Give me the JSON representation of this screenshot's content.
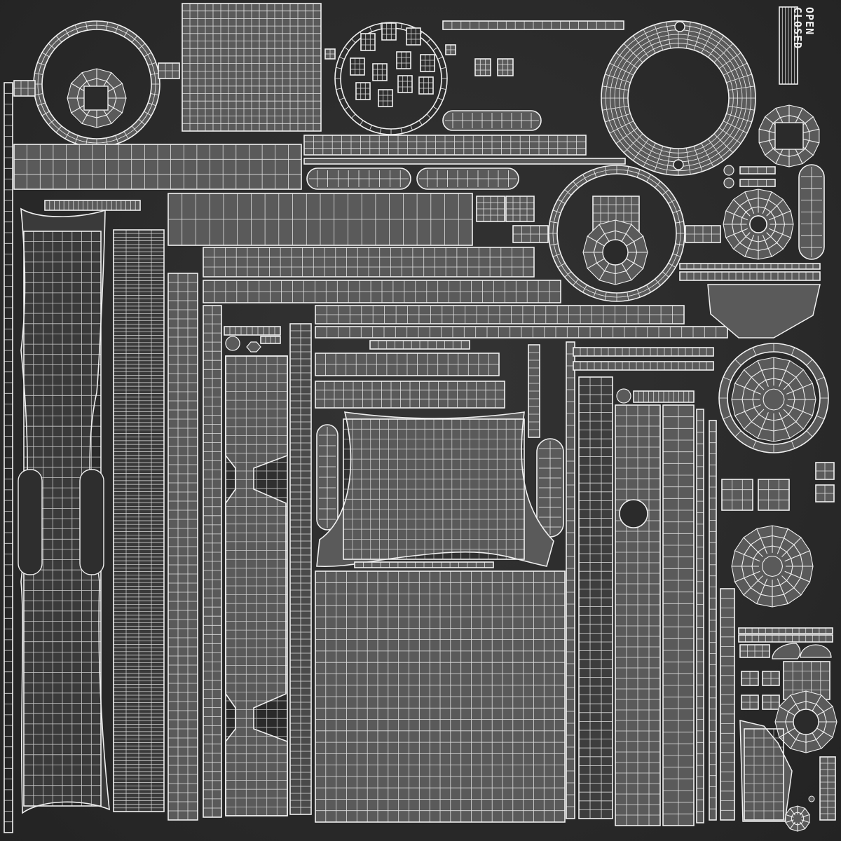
{
  "sheet": {
    "background_color": "#2b2b2b",
    "shell_fill_color": "#5a5a5a",
    "wire_color": "#f0f0f0"
  },
  "labels": {
    "open": "OPEN",
    "closed": "CLOSED"
  },
  "icons": [
    "ring-shell",
    "uv-grid",
    "hole-ring",
    "bolt-head",
    "capsule-shell"
  ]
}
